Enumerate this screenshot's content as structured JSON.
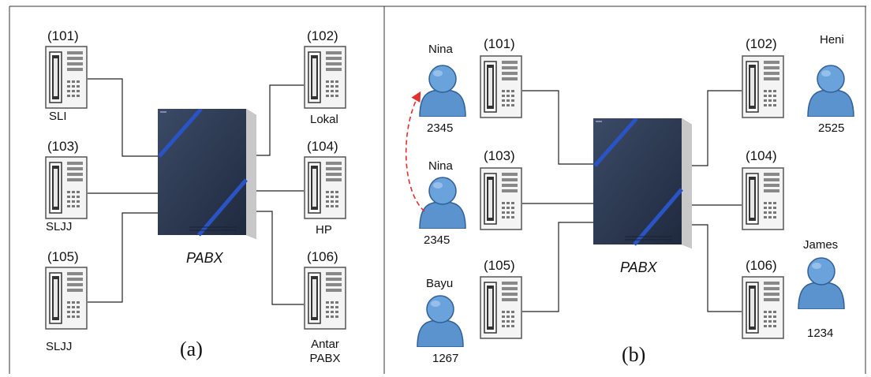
{
  "panel_a": {
    "caption": "(a)",
    "pabx_label": "PABX",
    "phones": [
      {
        "number": "(101)",
        "label": "SLI"
      },
      {
        "number": "(103)",
        "label": "SLJJ"
      },
      {
        "number": "(105)",
        "label": "SLJJ"
      },
      {
        "number": "(102)",
        "label": "Lokal"
      },
      {
        "number": "(104)",
        "label": "HP"
      },
      {
        "number": "(106)",
        "label": "Antar PABX"
      }
    ]
  },
  "panel_b": {
    "caption": "(b)",
    "pabx_label": "PABX",
    "phones": [
      {
        "number": "(101)"
      },
      {
        "number": "(103)"
      },
      {
        "number": "(105)"
      },
      {
        "number": "(102)"
      },
      {
        "number": "(104)"
      },
      {
        "number": "(106)"
      }
    ],
    "users": [
      {
        "name": "Nina",
        "extension": "2345"
      },
      {
        "name": "Nina",
        "extension": "2345"
      },
      {
        "name": "Bayu",
        "extension": "1267"
      },
      {
        "name": "Heni",
        "extension": "2525"
      },
      {
        "name": "James",
        "extension": "1234"
      }
    ]
  },
  "colors": {
    "pabx_body": "#2c3a52",
    "pabx_stripe": "#2a54c4",
    "user_icon": "#5b93cf",
    "move_arrow": "#e03030",
    "line": "#222222"
  }
}
